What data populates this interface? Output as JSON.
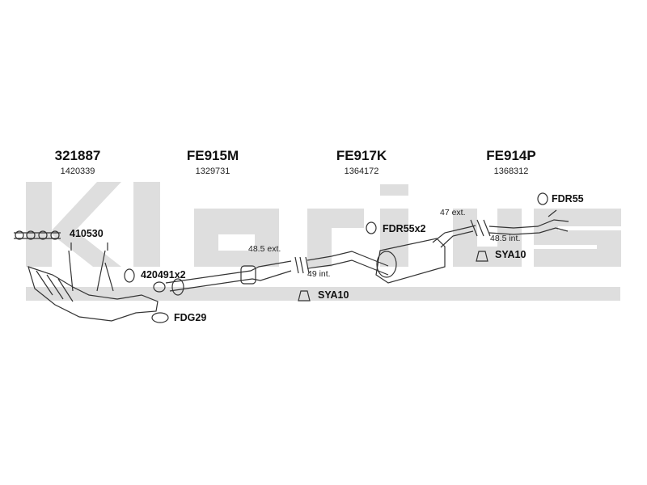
{
  "watermark": "Klarius",
  "groups": [
    {
      "code": "321887",
      "ref": "1420339"
    },
    {
      "code": "FE915M",
      "ref": "1329731"
    },
    {
      "code": "FE917K",
      "ref": "1364172"
    },
    {
      "code": "FE914P",
      "ref": "1368312"
    }
  ],
  "parts": {
    "gasket": "410530",
    "mount_front": "420491x2",
    "flange_gasket": "FDG29",
    "mount_mid": "FDR55x2",
    "mount_rear": "FDR55",
    "clamp_mid": "SYA10",
    "clamp_rear": "SYA10"
  },
  "dimensions": {
    "front_ext": "48.5 ext.",
    "front_int": "49 int.",
    "rear_ext": "47 ext.",
    "rear_int": "48.5 int."
  }
}
